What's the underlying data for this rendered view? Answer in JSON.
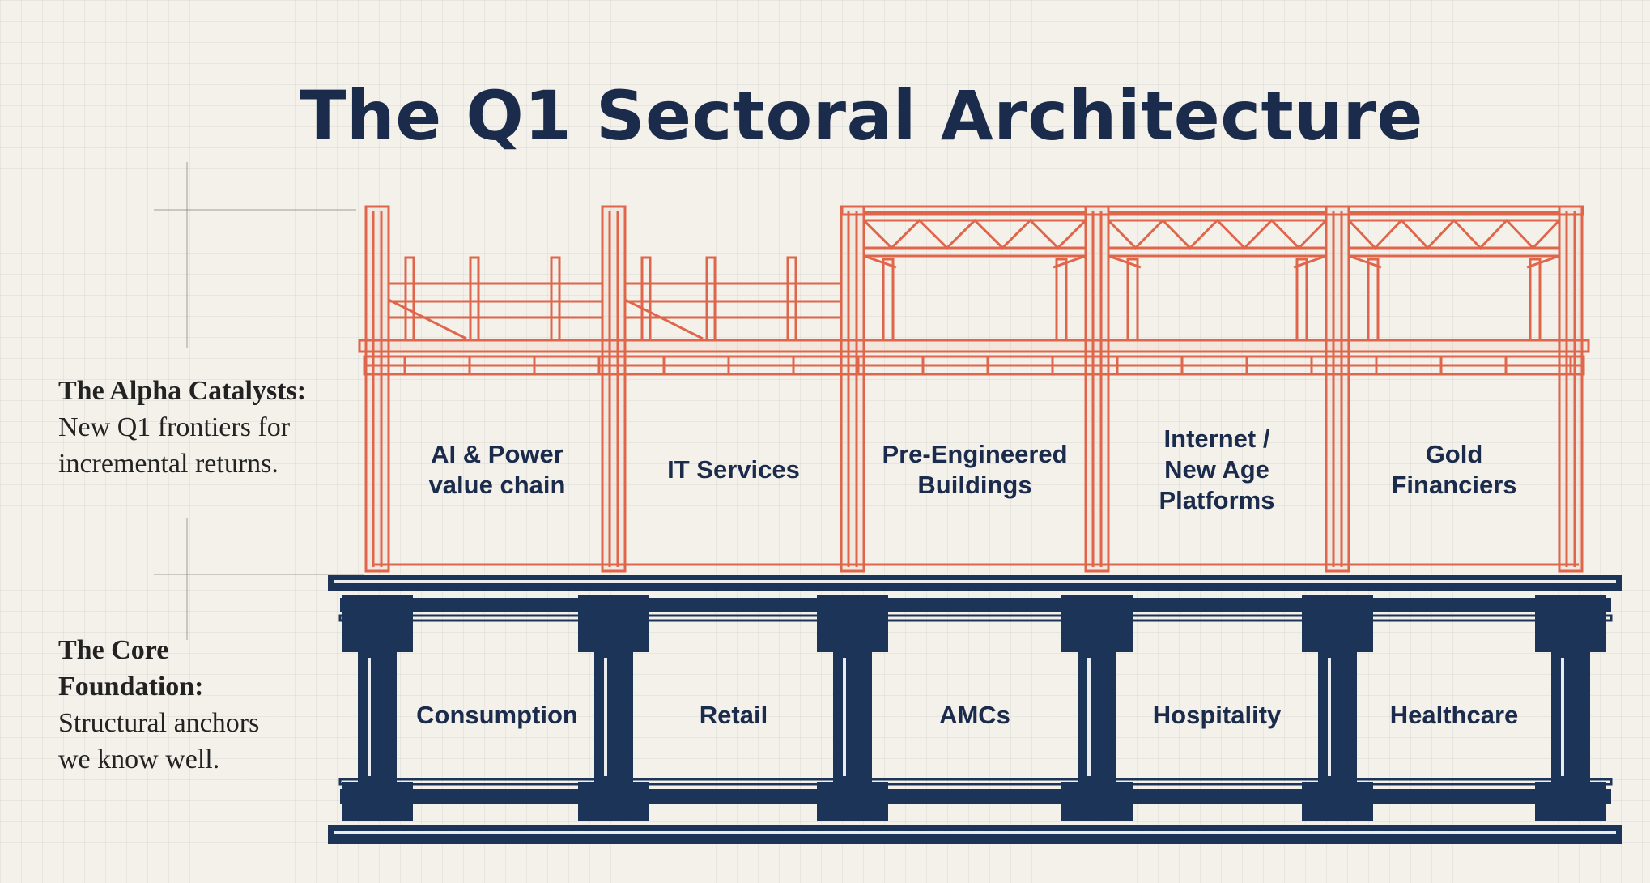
{
  "title": "The Q1 Sectoral Architecture",
  "sections": {
    "alpha": {
      "heading": "The Alpha Catalysts:",
      "description": "New Q1 frontiers for incremental returns.",
      "sectors": [
        {
          "label": "AI & Power\nvalue chain"
        },
        {
          "label": "IT Services"
        },
        {
          "label": "Pre-Engineered\nBuildings"
        },
        {
          "label": "Internet /\nNew Age\nPlatforms"
        },
        {
          "label": "Gold\nFinanciers"
        }
      ]
    },
    "core": {
      "heading": "The Core\nFoundation:",
      "description": "Structural anchors\nwe know well.",
      "sectors": [
        {
          "label": "Consumption"
        },
        {
          "label": "Retail"
        },
        {
          "label": "AMCs"
        },
        {
          "label": "Hospitality"
        },
        {
          "label": "Healthcare"
        }
      ]
    }
  },
  "colors": {
    "frame_red": "#e0664b",
    "foundation_navy": "#1c3458",
    "text_navy": "#1b2b4b",
    "background": "#f3f1ea"
  }
}
